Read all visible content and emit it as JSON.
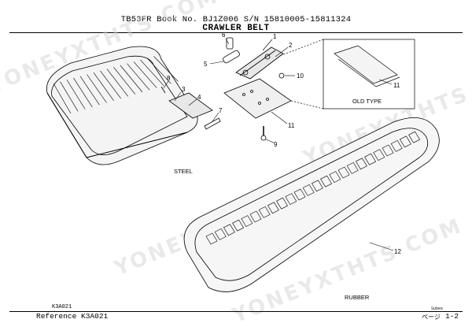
{
  "header": {
    "line1": "TB53FR  Book No. BJ1Z006  S/N 15810005-15811324",
    "title": "CRAWLER BELT"
  },
  "footer": {
    "code_small": "K3A021",
    "reference": "Reference  K3A021",
    "page_label": "ページ",
    "page_label_sub": "Subes",
    "page": "1-2"
  },
  "captions": {
    "steel": "STEEL",
    "rubber": "RUBBER",
    "old_type": "OLD TYPE"
  },
  "callouts": [
    "1",
    "2",
    "3",
    "4",
    "5",
    "6",
    "7",
    "8",
    "9",
    "10",
    "11",
    "11",
    "12"
  ],
  "watermark": "YONEYXTHTS COM",
  "colors": {
    "line": "#000000",
    "watermark": "#cfcfcf"
  }
}
